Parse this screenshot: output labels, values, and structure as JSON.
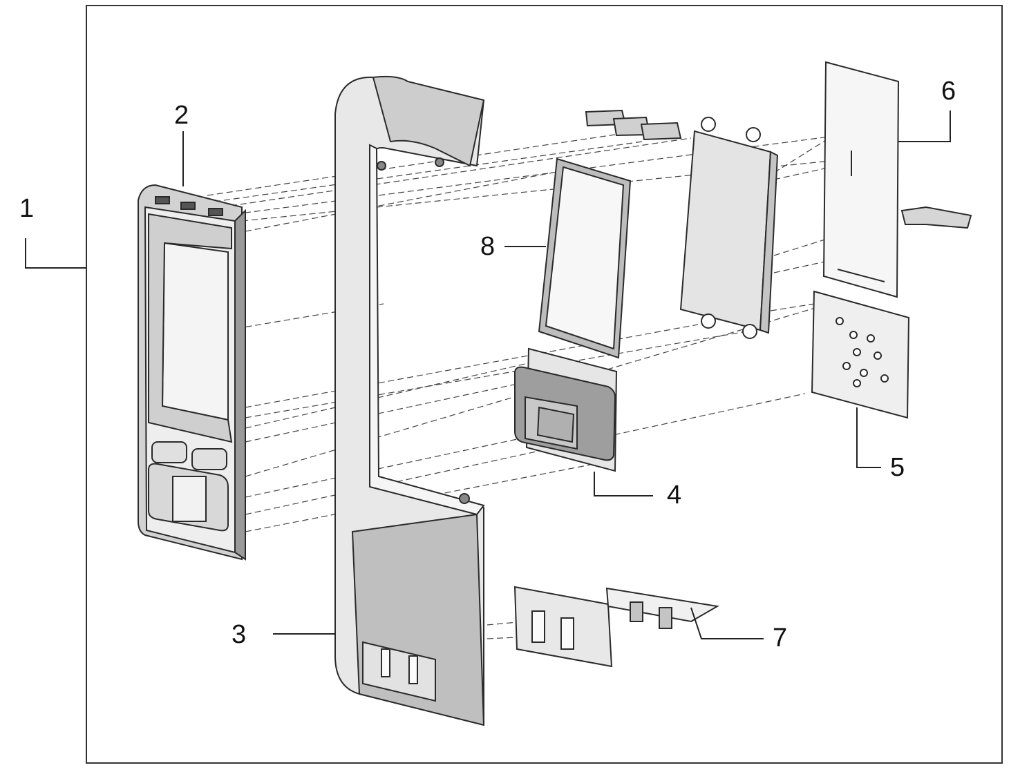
{
  "callouts": {
    "c1": "1",
    "c2": "2",
    "c3": "3",
    "c4": "4",
    "c5": "5",
    "c6": "6",
    "c7": "7",
    "c8": "8"
  },
  "colors": {
    "line": "#2a2a2a",
    "fill_light": "#e6e6e6",
    "fill_mid": "#c8c8c8",
    "fill_dark": "#9a9a9a"
  }
}
